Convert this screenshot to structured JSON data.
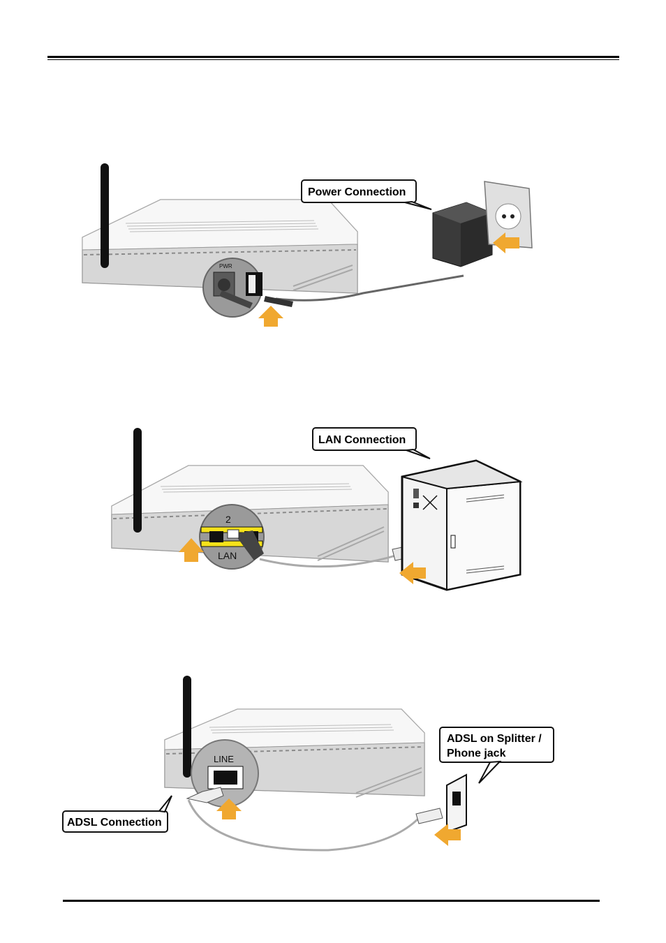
{
  "figures": {
    "power": {
      "callout": "Power Connection",
      "port_label": "PWR"
    },
    "lan": {
      "callout": "LAN Connection",
      "port_number": "2",
      "port_label": "LAN"
    },
    "adsl": {
      "port_label": "LINE",
      "callout_left": "ADSL Connection",
      "callout_right_line1": "ADSL on Splitter /",
      "callout_right_line2": "Phone jack"
    }
  },
  "colors": {
    "arrow": "#f0a830",
    "router_body": "#e6e6e6",
    "router_top": "#f4f4f4",
    "lan_port_accent": "#f5e21a"
  }
}
